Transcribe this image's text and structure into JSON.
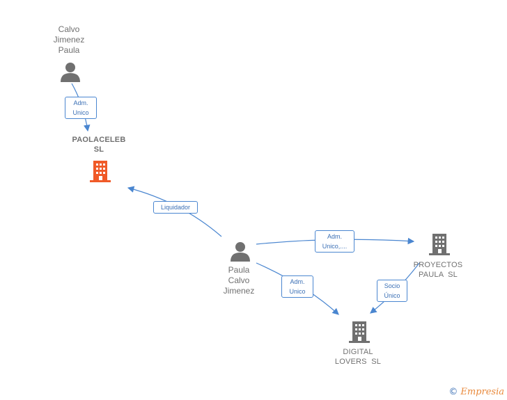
{
  "nodes": {
    "person_top": {
      "lines": [
        "Calvo",
        "Jimenez",
        "Paula"
      ]
    },
    "person_center": {
      "lines": [
        "Paula",
        "Calvo",
        "Jimenez"
      ]
    },
    "company_paolaceleb": {
      "lines": [
        "PAOLACELEB",
        "SL"
      ],
      "color": "#f05a28"
    },
    "company_proyectos": {
      "lines": [
        "PROYECTOS",
        "PAULA  SL"
      ],
      "color": "#707070"
    },
    "company_digital": {
      "lines": [
        "DIGITAL",
        "LOVERS  SL"
      ],
      "color": "#707070"
    }
  },
  "edges": {
    "top_to_paolaceleb": {
      "lines": [
        "Adm.",
        "Unico"
      ]
    },
    "center_to_paolaceleb": {
      "lines": [
        "Liquidador"
      ]
    },
    "center_to_proyectos": {
      "lines": [
        "Adm.",
        "Unico,...."
      ]
    },
    "center_to_digital": {
      "lines": [
        "Adm.",
        "Unico"
      ]
    },
    "proyectos_to_digital": {
      "lines": [
        "Socio",
        "Único"
      ]
    }
  },
  "colors": {
    "edge": "#4a86d0",
    "person_icon": "#707070",
    "highlight_company": "#f05a28",
    "company": "#707070"
  },
  "footer": {
    "copyright": "©",
    "brand": "Empresia"
  }
}
